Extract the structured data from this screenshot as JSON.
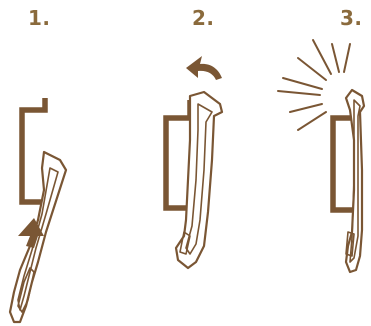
{
  "steps": [
    {
      "label": "1."
    },
    {
      "label": "2."
    },
    {
      "label": "3."
    }
  ],
  "colors": {
    "outline": "#7a5634",
    "fill": "#ffffff",
    "arrow": "#7a5634"
  },
  "icons": {
    "step1": "up-arrow-icon",
    "step2": "curved-arrow-icon",
    "step3": "burst-icon"
  }
}
